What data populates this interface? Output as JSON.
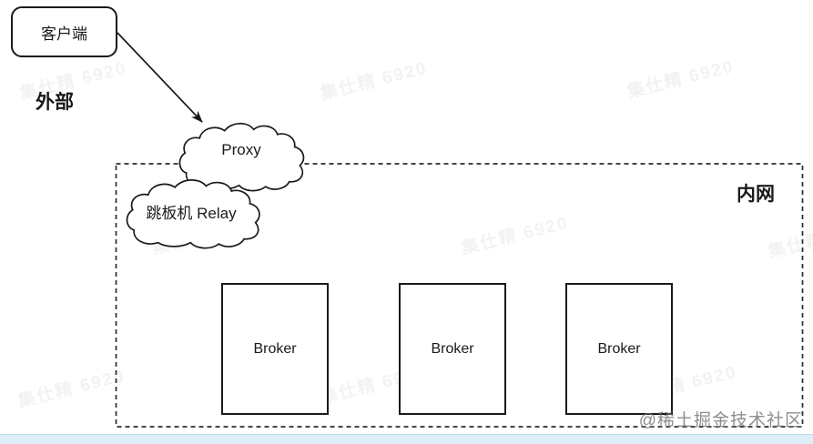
{
  "diagram": {
    "title_implicit": "Proxy / Relay broker network architecture",
    "zones": {
      "external_label": "外部",
      "internal_label": "内网"
    },
    "client": {
      "label": "客户端"
    },
    "proxy_cloud": {
      "label": "Proxy"
    },
    "relay_cloud": {
      "label": "跳板机 Relay"
    },
    "brokers": [
      {
        "label": "Broker"
      },
      {
        "label": "Broker"
      },
      {
        "label": "Broker"
      }
    ],
    "edges": [
      {
        "from": "客户端",
        "to": "Proxy",
        "style": "arrow"
      }
    ]
  },
  "watermark": {
    "text": "集仕精 6920",
    "site_credit": "@稀土掘金技术社区"
  },
  "colors": {
    "line": "#1a1a1a",
    "dashed_border": "#2b2b2b",
    "credit_gray": "#707070",
    "strip_blue": "#ddeef6",
    "strip_border": "#b9dbe8",
    "background": "#ffffff"
  }
}
